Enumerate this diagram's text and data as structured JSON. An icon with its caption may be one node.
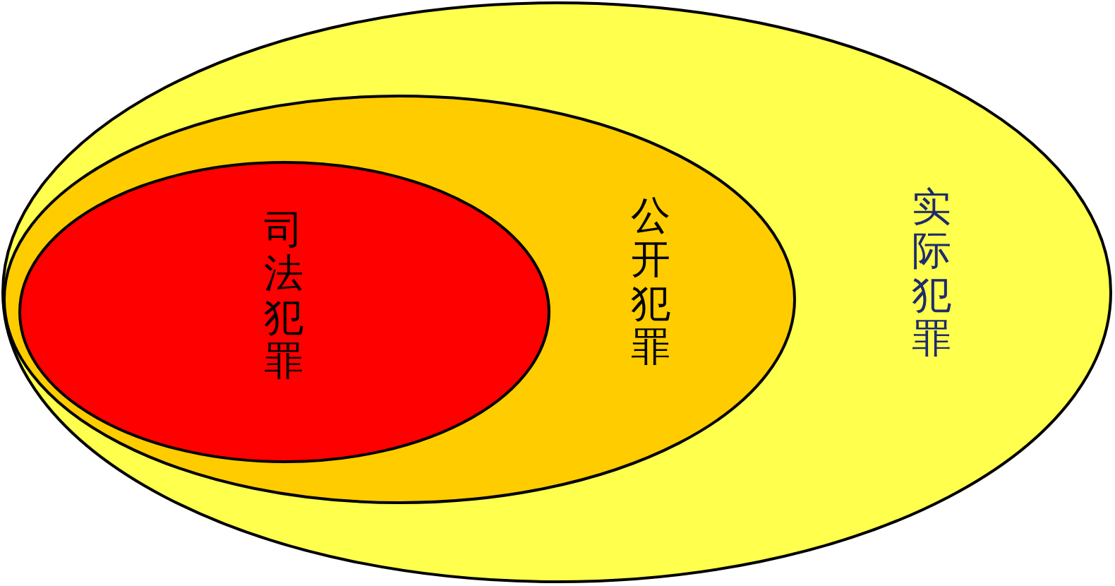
{
  "diagram": {
    "nodes": [
      {
        "text": [
          "实际犯罪"
        ]
      },
      {
        "text": [
          "公开犯罪"
        ],
        "in": 0
      },
      {
        "text": [
          "司法犯罪"
        ],
        "in": 1
      }
    ]
  }
}
